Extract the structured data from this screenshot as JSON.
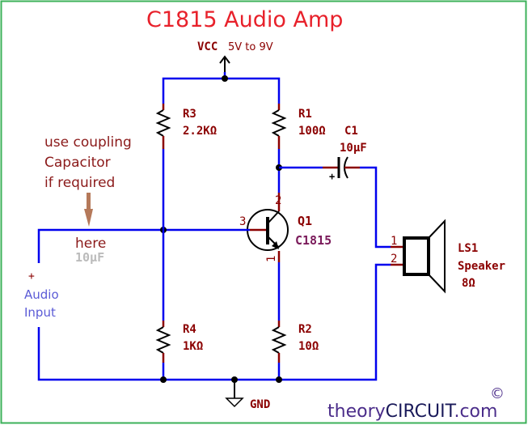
{
  "title": "C1815 Audio Amp",
  "colors": {
    "wire": "#0000ee",
    "lead": "#8b0000",
    "title": "#e8212b",
    "border": "#3cb15a",
    "arrow": "#b5795a"
  },
  "power": {
    "label": "VCC",
    "range": "5V to 9V"
  },
  "ground": {
    "label": "GND"
  },
  "resistors": [
    {
      "ref": "R3",
      "value": "2.2KΩ"
    },
    {
      "ref": "R1",
      "value": "100Ω"
    },
    {
      "ref": "R4",
      "value": "1KΩ"
    },
    {
      "ref": "R2",
      "value": "10Ω"
    }
  ],
  "capacitor": {
    "ref": "C1",
    "value": "10µF",
    "polarity": "+"
  },
  "transistor": {
    "ref": "Q1",
    "part": "C1815",
    "pins": {
      "collector": "2",
      "base": "3",
      "emitter": "1"
    }
  },
  "speaker": {
    "ref": "LS1",
    "name": "Speaker",
    "value": "8Ω",
    "pins": [
      "1",
      "2"
    ]
  },
  "note": {
    "lines": [
      "use coupling",
      "Capacitor",
      "if required"
    ],
    "here": "here",
    "ghost_value": "10µF"
  },
  "input": {
    "polarity": "+",
    "lines": [
      "Audio",
      "Input"
    ]
  },
  "brand": {
    "part1": "theory",
    "part2": "CIRCUIT",
    "part3": ".com",
    "copyright": "©"
  }
}
